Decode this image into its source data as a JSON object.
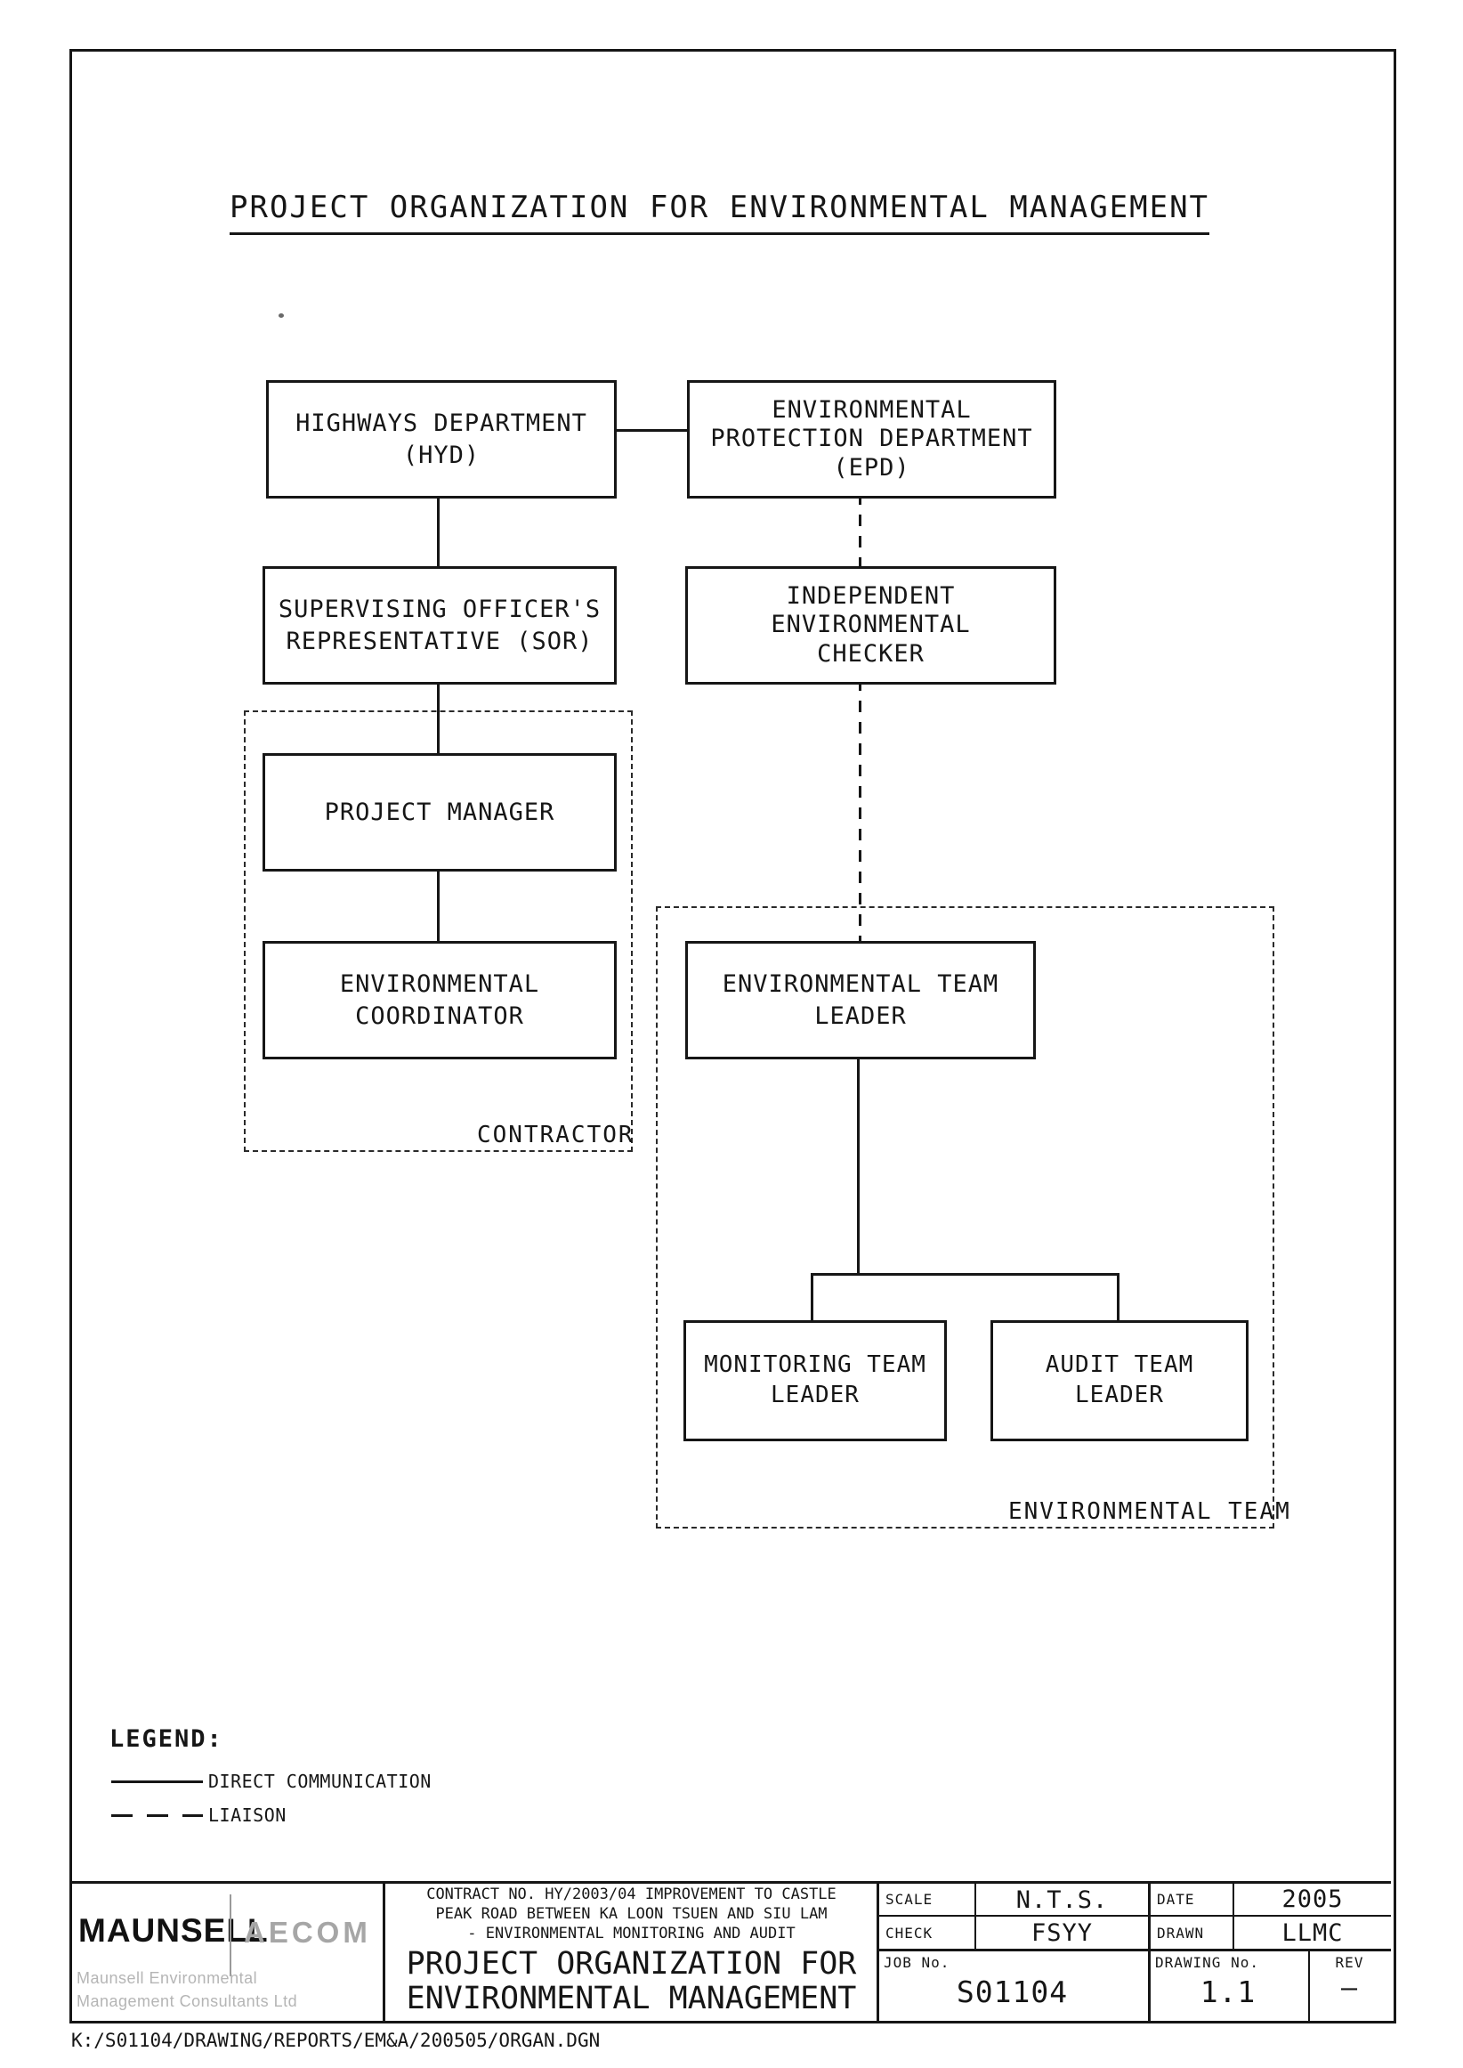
{
  "title": "PROJECT ORGANIZATION FOR ENVIRONMENTAL MANAGEMENT",
  "boxes": {
    "hyd": {
      "lines": [
        "HIGHWAYS DEPARTMENT",
        "(HYD)"
      ]
    },
    "epd": {
      "lines": [
        "ENVIRONMENTAL",
        "PROTECTION DEPARTMENT",
        "(EPD)"
      ]
    },
    "sor": {
      "lines": [
        "SUPERVISING OFFICER'S",
        "REPRESENTATIVE (SOR)"
      ]
    },
    "iec": {
      "lines": [
        "INDEPENDENT",
        "ENVIRONMENTAL",
        "CHECKER"
      ]
    },
    "pm": {
      "lines": [
        "PROJECT MANAGER"
      ]
    },
    "ec": {
      "lines": [
        "ENVIRONMENTAL",
        "COORDINATOR"
      ]
    },
    "etl": {
      "lines": [
        "ENVIRONMENTAL TEAM",
        "LEADER"
      ]
    },
    "mtl": {
      "lines": [
        "MONITORING TEAM",
        "LEADER"
      ]
    },
    "atl": {
      "lines": [
        "AUDIT TEAM",
        "LEADER"
      ]
    }
  },
  "groups": {
    "contractor": "CONTRACTOR",
    "environmental_team": "ENVIRONMENTAL TEAM"
  },
  "legend": {
    "heading": "LEGEND:",
    "direct_communication": "DIRECT COMMUNICATION",
    "liaison": "LIAISON"
  },
  "title_block": {
    "company": "MAUNSELL",
    "brand": "AECOM",
    "company_sub1": "Maunsell Environmental",
    "company_sub2": "Management Consultants Ltd",
    "contract_line1": "CONTRACT NO. HY/2003/04 IMPROVEMENT TO CASTLE",
    "contract_line2": "PEAK ROAD BETWEEN KA LOON TSUEN AND SIU LAM",
    "contract_line3": "- ENVIRONMENTAL MONITORING AND AUDIT",
    "drawing_title_line1": "PROJECT ORGANIZATION FOR",
    "drawing_title_line2": "ENVIRONMENTAL MANAGEMENT",
    "scale_label": "SCALE",
    "scale_value": "N.T.S.",
    "date_label": "DATE",
    "date_value": "2005",
    "check_label": "CHECK",
    "check_value": "FSYY",
    "drawn_label": "DRAWN",
    "drawn_value": "LLMC",
    "job_label": "JOB No.",
    "job_value": "S01104",
    "drawing_no_label": "DRAWING No.",
    "drawing_no_value": "1.1",
    "rev_label": "REV",
    "rev_value": "—"
  },
  "footer_path": "K:/S01104/DRAWING/REPORTS/EM&A/200505/ORGAN.DGN",
  "colors": {
    "ink": "#161616",
    "brand_grey": "#a6a6a6",
    "paper": "#ffffff"
  }
}
